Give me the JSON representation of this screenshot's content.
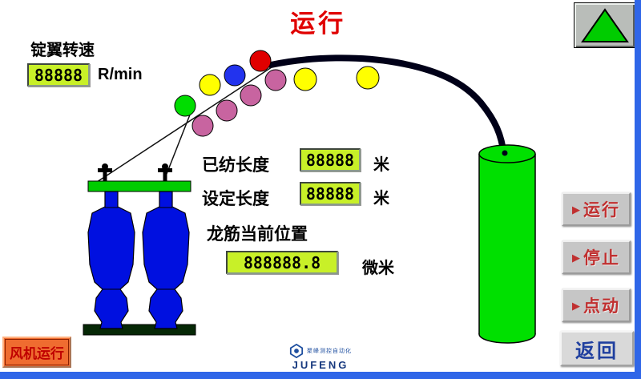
{
  "title": "运行",
  "flyer_speed": {
    "label": "锭翼转速",
    "value": "88888",
    "unit": "R/min"
  },
  "measurements": {
    "spun_length": {
      "label": "已纺长度",
      "value": "88888",
      "unit": "米"
    },
    "set_length": {
      "label": "设定长度",
      "value": "88888",
      "unit": "米"
    },
    "rail_position": {
      "label": "龙筋当前位置",
      "value": "888888.8",
      "unit": "微米"
    }
  },
  "buttons": {
    "run": {
      "label": "运行",
      "icon": "▶"
    },
    "stop": {
      "label": "停止",
      "icon": "▶"
    },
    "jog": {
      "label": "点动",
      "icon": "▶"
    },
    "back": {
      "label": "返回"
    },
    "fan": {
      "label": "风机运行"
    }
  },
  "logo": {
    "brand": "JUFENG",
    "tagline": "聚峰测控自动化"
  },
  "colors": {
    "title_red": "#e00000",
    "value_display_bg": "#c8f028",
    "run_button_text": "#c03030",
    "back_button_text": "#1f3f9f",
    "frame_blue": "#2f66e8",
    "bobbin_green": "#00e000",
    "bottle_blue": "#0010e0",
    "fan_button_bg": "#ef6c30"
  }
}
